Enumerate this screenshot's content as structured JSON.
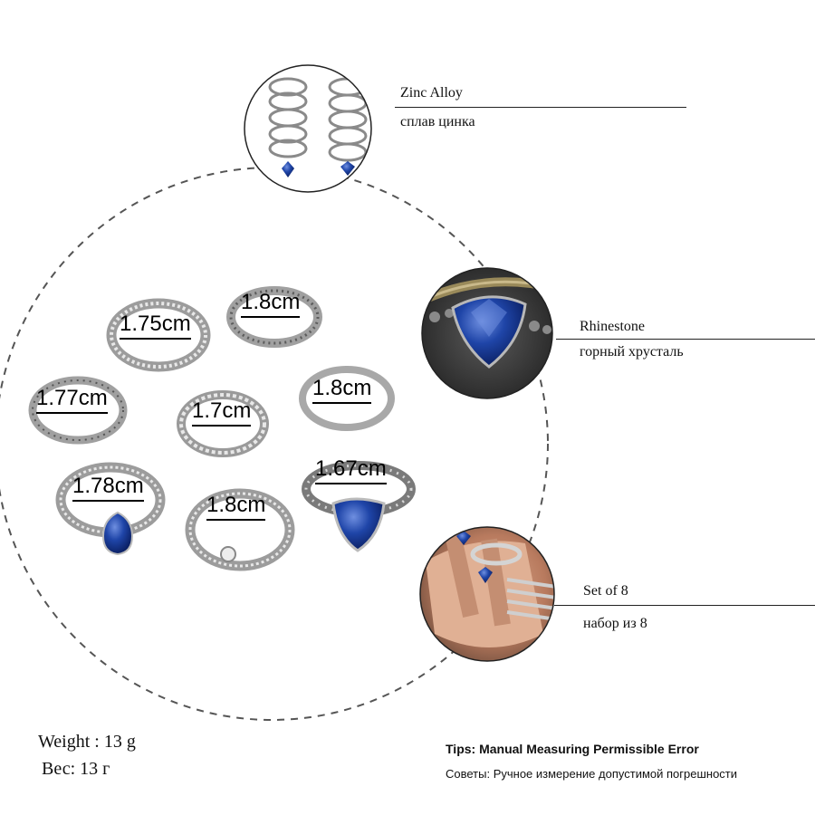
{
  "colors": {
    "silver": "#c9c9c9",
    "silver_dark": "#6f6f6f",
    "sapphire": "#1b3d9a",
    "dashed_circle": "#555555"
  },
  "callouts": {
    "material": {
      "en": "Zinc Alloy",
      "ru": "сплав цинка"
    },
    "stone": {
      "en": "Rhinestone",
      "ru": "горный хрусталь"
    },
    "set": {
      "en": "Set of 8",
      "ru": "набор из 8"
    }
  },
  "ring_sizes": {
    "ring_1": "1.75cm",
    "ring_2": "1.8cm",
    "ring_3": "1.77cm",
    "ring_4": "1.7cm",
    "ring_5": "1.8cm",
    "ring_6": "1.78cm",
    "ring_7": "1.8cm",
    "ring_8": "1.67cm"
  },
  "weight": {
    "en": "Weight : 13 g",
    "ru": "Вес: 13 г"
  },
  "tips": {
    "en": "Tips: Manual Measuring Permissible Error",
    "ru": "Советы: Ручное измерение допустимой погрешности"
  }
}
